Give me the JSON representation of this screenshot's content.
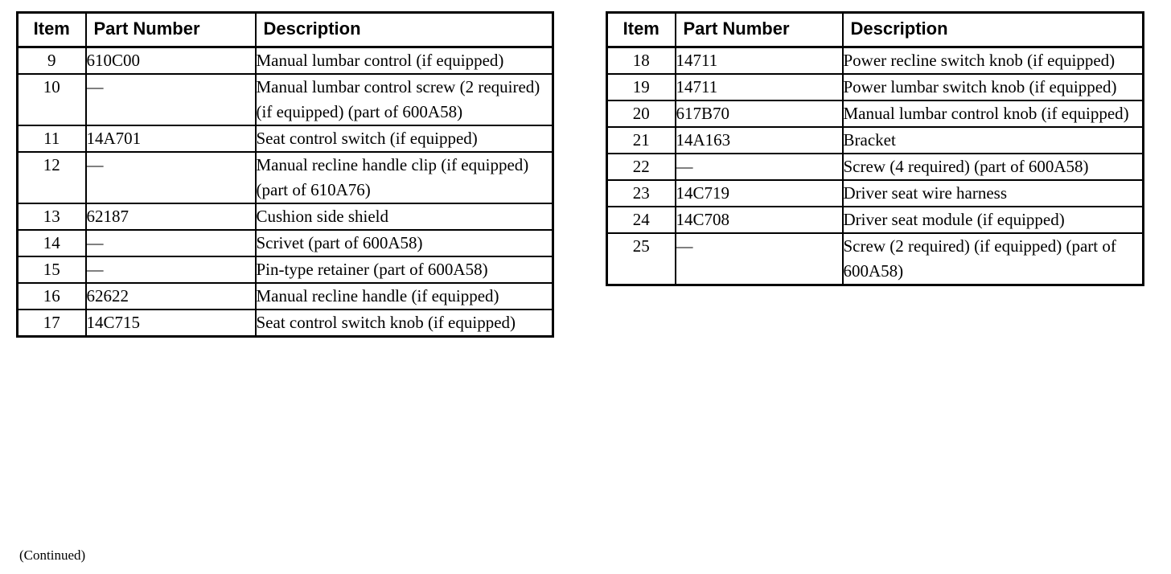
{
  "document": {
    "type": "parts-list-table",
    "footer_note": "(Continued)",
    "columns": [
      "Item",
      "Part Number",
      "Description"
    ],
    "em_dash": "—"
  },
  "tables": [
    {
      "id": "left",
      "headers": {
        "item": "Item",
        "part_number": "Part Number",
        "description": "Description"
      },
      "rows": [
        {
          "item": "9",
          "part_number": "610C00",
          "description": "Manual lumbar control (if equipped)"
        },
        {
          "item": "10",
          "part_number": "—",
          "description": "Manual lumbar control screw (2 required) (if equipped) (part of 600A58)"
        },
        {
          "item": "11",
          "part_number": "14A701",
          "description": "Seat control switch (if equipped)"
        },
        {
          "item": "12",
          "part_number": "—",
          "description": "Manual recline handle clip (if equipped) (part of 610A76)"
        },
        {
          "item": "13",
          "part_number": "62187",
          "description": "Cushion side shield"
        },
        {
          "item": "14",
          "part_number": "—",
          "description": "Scrivet (part of 600A58)"
        },
        {
          "item": "15",
          "part_number": "—",
          "description": "Pin-type retainer (part of 600A58)"
        },
        {
          "item": "16",
          "part_number": "62622",
          "description": "Manual recline handle (if equipped)"
        },
        {
          "item": "17",
          "part_number": "14C715",
          "description": "Seat control switch knob (if equipped)"
        }
      ]
    },
    {
      "id": "right",
      "headers": {
        "item": "Item",
        "part_number": "Part Number",
        "description": "Description"
      },
      "rows": [
        {
          "item": "18",
          "part_number": "14711",
          "description": "Power recline switch knob (if equipped)"
        },
        {
          "item": "19",
          "part_number": "14711",
          "description": "Power lumbar switch knob (if equipped)"
        },
        {
          "item": "20",
          "part_number": "617B70",
          "description": "Manual lumbar control knob (if equipped)"
        },
        {
          "item": "21",
          "part_number": "14A163",
          "description": "Bracket"
        },
        {
          "item": "22",
          "part_number": "—",
          "description": "Screw (4 required) (part of 600A58)"
        },
        {
          "item": "23",
          "part_number": "14C719",
          "description": "Driver seat wire harness"
        },
        {
          "item": "24",
          "part_number": "14C708",
          "description": "Driver seat module (if equipped)"
        },
        {
          "item": "25",
          "part_number": "—",
          "description": "Screw (2 required) (if equipped) (part of 600A58)"
        }
      ]
    }
  ]
}
